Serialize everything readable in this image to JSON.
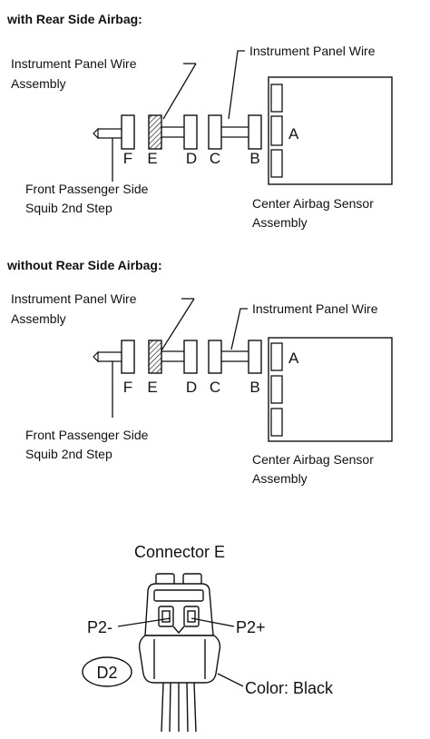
{
  "sections": [
    {
      "heading": "with Rear Side Airbag:",
      "instrument_panel_wire_left": [
        "Instrument Panel Wire",
        "Assembly"
      ],
      "instrument_panel_wire_right": "Instrument Panel Wire",
      "connector_letters": [
        "F",
        "E",
        "D",
        "C",
        "B"
      ],
      "sensor_letter": "A",
      "squib_label": [
        "Front Passenger Side",
        "Squib 2nd Step"
      ],
      "sensor_label": [
        "Center Airbag Sensor",
        "Assembly"
      ]
    },
    {
      "heading": "without Rear Side Airbag:",
      "instrument_panel_wire_left": [
        "Instrument Panel Wire",
        "Assembly"
      ],
      "instrument_panel_wire_right": "Instrument Panel Wire",
      "connector_letters": [
        "F",
        "E",
        "D",
        "C",
        "B"
      ],
      "sensor_letter": "A",
      "squib_label": [
        "Front Passenger Side",
        "Squib 2nd Step"
      ],
      "sensor_label": [
        "Center Airbag Sensor",
        "Assembly"
      ]
    }
  ],
  "connector_detail": {
    "title": "Connector E",
    "pin_left": "P2-",
    "pin_right": "P2+",
    "code": "D2",
    "color_label": "Color: Black"
  }
}
